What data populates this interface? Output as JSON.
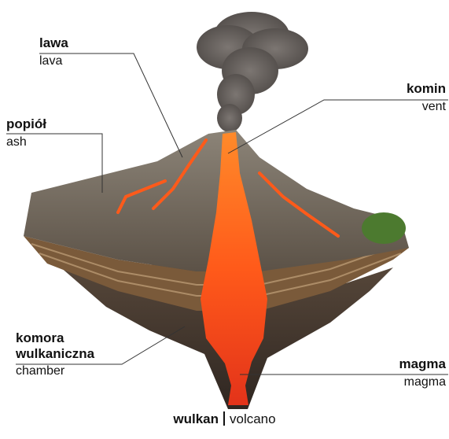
{
  "labels": {
    "lava": {
      "pl": "lawa",
      "en": "lava"
    },
    "ash": {
      "pl": "popiół",
      "en": "ash"
    },
    "vent": {
      "pl": "komin",
      "en": "vent"
    },
    "chamber": {
      "pl_line1": "komora",
      "pl_line2": "wulkaniczna",
      "en": "chamber"
    },
    "magma": {
      "pl": "magma",
      "en": "magma"
    }
  },
  "caption": {
    "pl": "wulkan",
    "en": "volcano"
  },
  "colors": {
    "lava": "#ff5a1a",
    "lava_dark": "#d7321a",
    "smoke": "#6f6a66",
    "rock_light": "#9a9080",
    "rock_dark": "#4a3f36",
    "strata_brown": "#7a5a3a",
    "grass": "#4c7a2f"
  }
}
